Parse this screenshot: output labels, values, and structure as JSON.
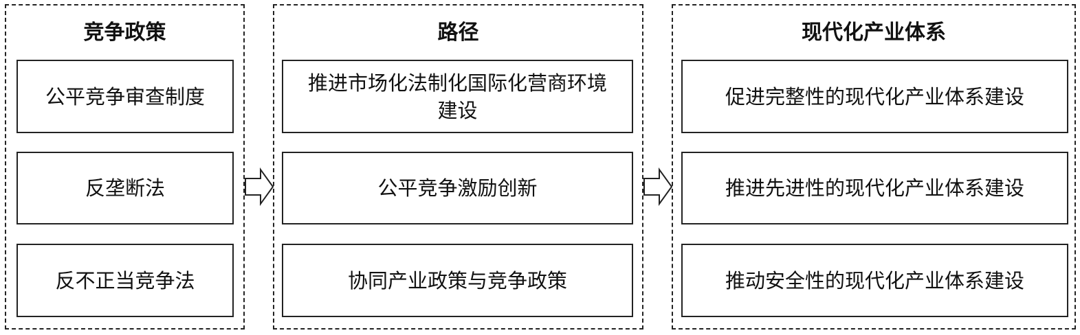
{
  "groups": [
    {
      "title": "竞争政策",
      "items": [
        "公平竞争审查制度",
        "反垄断法",
        "反不正当竞争法"
      ]
    },
    {
      "title": "路径",
      "items": [
        "推进市场化法制化国际化营商环境建设",
        "公平竞争激励创新",
        "协同产业政策与竞争政策"
      ]
    },
    {
      "title": "现代化产业体系",
      "items": [
        "促进完整性的现代化产业体系建设",
        "推进先进性的现代化产业体系建设",
        "推动安全性的现代化产业体系建设"
      ]
    }
  ],
  "arrows": [
    "right-arrow-icon",
    "right-arrow-icon"
  ],
  "colors": {
    "border": "#222222",
    "text": "#111111",
    "background": "#ffffff"
  }
}
